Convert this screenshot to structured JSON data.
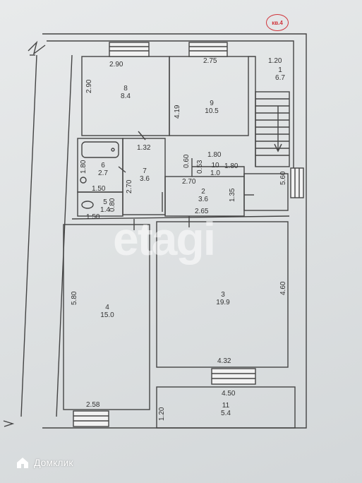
{
  "apartment_stamp": "кв.4",
  "watermark": "etagi",
  "brand": "Домклик",
  "dimensions": {
    "d_2_90_top": "2.90",
    "d_2_90_side": "2.90",
    "d_2_75": "2.75",
    "d_1_20_top": "1.20",
    "d_4_19": "4.19",
    "d_1_32": "1.32",
    "d_1_80_left": "1.80",
    "d_1_50_a": "1.50",
    "d_2_70_a": "2.70",
    "d_0_60": "0.60",
    "d_1_80_b": "1.80",
    "d_0_53": "0.53",
    "d_1_80_c": "1.80",
    "d_2_70_b": "2.70",
    "d_1_35": "1.35",
    "d_5_60": "5.60",
    "d_0_80": "0.80",
    "d_1_50_b": "1.50",
    "d_2_65": "2.65",
    "d_5_80": "5.80",
    "d_4_60": "4.60",
    "d_4_32": "4.32",
    "d_4_50": "4.50",
    "d_2_58": "2.58",
    "d_1_20_bottom": "1.20"
  },
  "rooms": [
    {
      "number": "1",
      "area": "6.7"
    },
    {
      "number": "2",
      "area": "3.6"
    },
    {
      "number": "3",
      "area": "19.9"
    },
    {
      "number": "4",
      "area": "15.0"
    },
    {
      "number": "5",
      "area": "1.4"
    },
    {
      "number": "6",
      "area": "2.7"
    },
    {
      "number": "7",
      "area": "3.6"
    },
    {
      "number": "8",
      "area": "8.4"
    },
    {
      "number": "9",
      "area": "10.5"
    },
    {
      "number": "10",
      "area": "1.0"
    },
    {
      "number": "11",
      "area": "5.4"
    }
  ]
}
